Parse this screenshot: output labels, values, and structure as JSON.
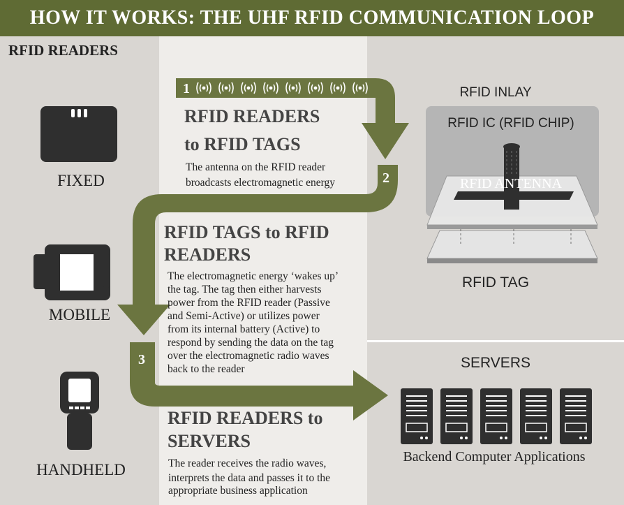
{
  "header": {
    "title": "HOW IT WORKS: THE UHF RFID COMMUNICATION LOOP"
  },
  "readers": {
    "heading": "RFID READERS",
    "fixed": "FIXED",
    "mobile": "MOBILE",
    "handheld": "HANDHELD"
  },
  "steps": [
    {
      "number": "1",
      "title_line1": "RFID READERS",
      "title_line2": "to RFID TAGS",
      "desc_line1": "The antenna  on the RFID reader",
      "desc_line2": "broadcasts electromagnetic energy"
    },
    {
      "number": "2",
      "title_line1": "RFID TAGS to RFID",
      "title_line2": "READERS",
      "desc_lines": [
        "The electromagnetic energy ‘wakes up’",
        "the tag. The tag then either harvests",
        "power from the RFID reader (Passive",
        "and Semi-Active) or utilizes power",
        "from its internal battery (Active) to",
        "respond by sending the data on the tag",
        "over the electromagnetic radio waves",
        "back to the reader"
      ]
    },
    {
      "number": "3",
      "title_line1": "RFID READERS to",
      "title_line2": "SERVERS",
      "desc_line1": "The reader receives the radio waves,",
      "desc_line2": "interprets the data and passes it to the",
      "desc_line3": "appropriate  business application"
    }
  ],
  "tag": {
    "inlay": "RFID INLAY",
    "ic": "RFID IC (RFID CHIP)",
    "antenna": "RFID ANTENNA",
    "tag": "RFID TAG"
  },
  "servers": {
    "heading": "SERVERS",
    "caption": "Backend Computer Applications"
  },
  "colors": {
    "olive": "#5f6b34",
    "arrow": "#6b7540",
    "device": "#2f2f2f",
    "bg_gray": "#d9d6d2",
    "bg_light": "#efedea"
  }
}
